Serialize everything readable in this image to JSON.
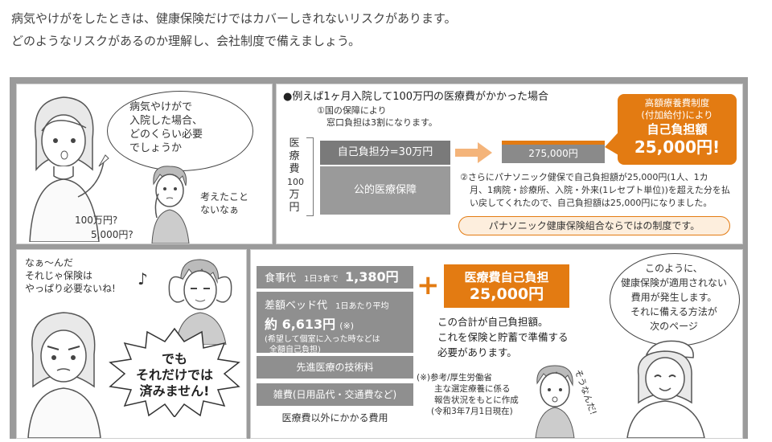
{
  "intro": {
    "line1": "病気やけがをしたときは、健康保険だけではカバーしきれないリスクがあります。",
    "line2": "どのようなリスクがあるのか理解し、会社制度で備えましょう。"
  },
  "panel1": {
    "bubble_woman": [
      "病気やけがで",
      "入院した場合、",
      "どのくらい必要",
      "でしょうか"
    ],
    "man_text": [
      "考えたこと",
      "ないなぁ"
    ],
    "guess1": "100万円?",
    "guess2": "5,000円?"
  },
  "panel2": {
    "title": "●例えば1ヶ月入院して100万円の医療費がかかった場合",
    "note1": [
      "①国の保障により",
      "窓口負担は3割になります。"
    ],
    "vertical_label": [
      "医",
      "療",
      "費",
      "100",
      "万",
      "円"
    ],
    "self_pay": "自己負担分=30万円",
    "public": "公的医療保障",
    "amount_bar": "275,000円",
    "high_cost": [
      "高額療養費制度",
      "(付加給付)により"
    ],
    "self_burden_label": "自己負担額",
    "self_burden_value": "25,000円!",
    "note2": [
      "②さらにパナソニック健保で自己負担額が25,000円(1人、1カ",
      "月、1病院・診療所、入院・外来(1レセプト単位))を超えた分を払",
      "い戻してくれたので、自己負担額は25,000円になりました。"
    ],
    "pill": "パナソニック健康保険組合ならではの制度です。"
  },
  "panel3": {
    "bubble_text": [
      "なぁ〜んだ",
      "それじゃ保険は",
      "やっぱり必要ないね!"
    ],
    "burst_text": [
      "でも",
      "それだけでは",
      "済みません!"
    ]
  },
  "panel4": {
    "food_label": "食事代",
    "food_sub": "1日3食で",
    "food_value": "1,380円",
    "bed_label": "差額ベッド代",
    "bed_sub": "1日あたり平均",
    "bed_value": "約 6,613円",
    "bed_mark": "(※)",
    "bed_note": [
      "(希望して個室に入った時などは",
      "全額自己負担)"
    ],
    "advanced": "先進医療の技術料",
    "misc": "雑費(日用品代・交通費など)",
    "caption": "医療費以外にかかる費用",
    "plus": "+",
    "medical_title": "医療費自己負担",
    "medical_value": "25,000円",
    "total_text": [
      "この合計が自己負担額。",
      "これを保険と貯蓄で準備する",
      "必要があります。"
    ],
    "reference": [
      "(※)参考/厚生労働省",
      "主な選定療養に係る",
      "報告状況をもとに作成",
      "(令和3年7月1日現在)"
    ],
    "bubble_right": [
      "このように、",
      "健康保険が適用されない",
      "費用が発生します。",
      "それに備える方法が",
      "次のページ"
    ],
    "soonanda": "そうなんだ!"
  },
  "colors": {
    "accent": "#e37b12",
    "frame_grey": "#9b9b9b",
    "box_grey": "#8f8f8f",
    "arrow": "#f4b47a"
  }
}
